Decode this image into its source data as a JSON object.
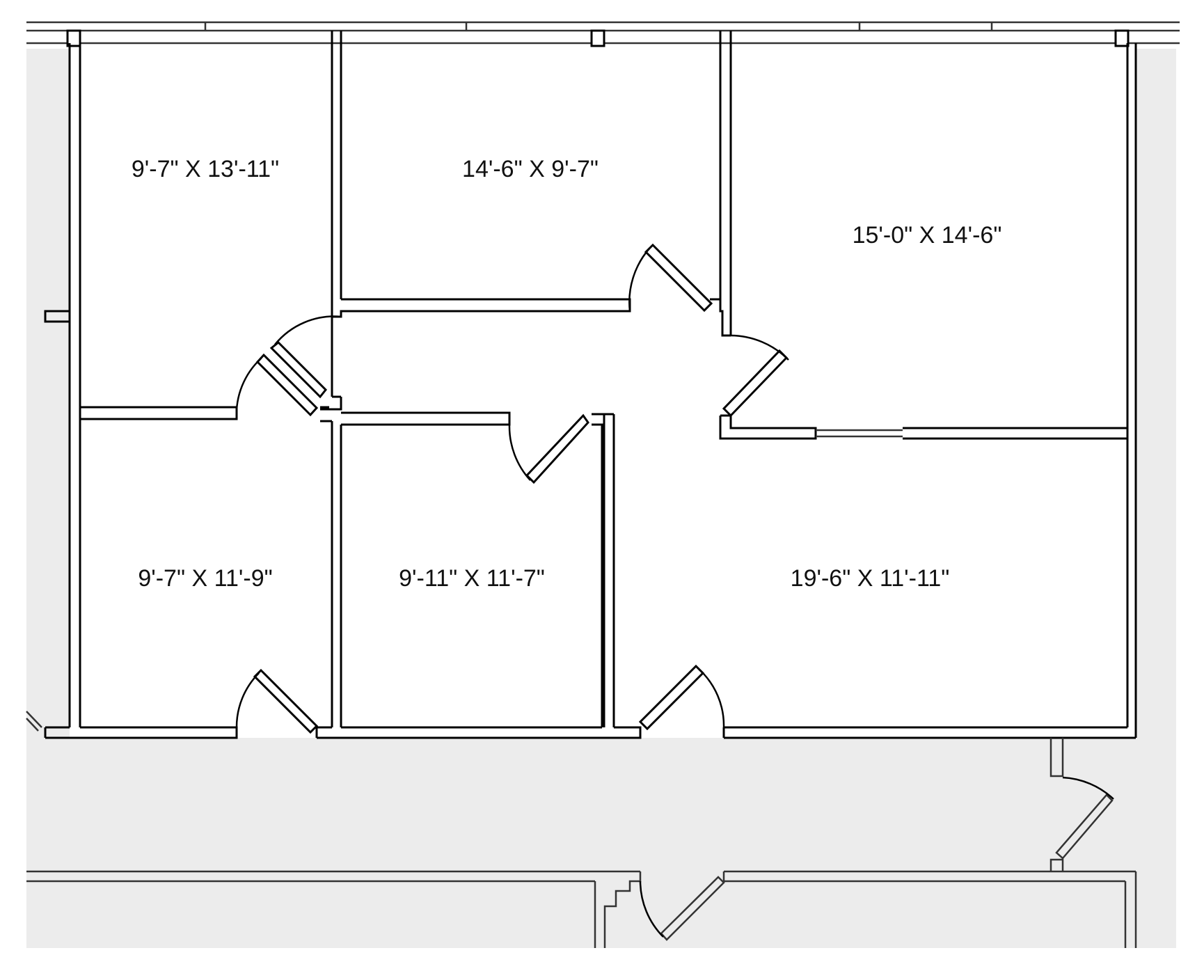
{
  "colors": {
    "wall": "#000000",
    "corridor": "#ececec",
    "room": "#ffffff"
  },
  "rooms": [
    {
      "id": "top-left",
      "label": "9'-7\" X 13'-11\""
    },
    {
      "id": "top-middle",
      "label": "14'-6\" X 9'-7\""
    },
    {
      "id": "top-right",
      "label": "15'-0\" X 14'-6\""
    },
    {
      "id": "bottom-left",
      "label": "9'-7\" X 11'-9\""
    },
    {
      "id": "bottom-middle",
      "label": "9'-11\" X 11'-7\""
    },
    {
      "id": "bottom-right",
      "label": "19'-6\" X 11'-11\""
    }
  ]
}
